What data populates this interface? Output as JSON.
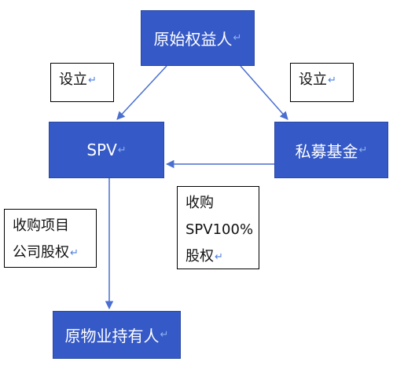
{
  "nodes": {
    "original_owner": "原始权益人",
    "spv": "SPV",
    "private_fund": "私募基金",
    "property_holder": "原物业持有人"
  },
  "labels": {
    "establish_left": "设立",
    "establish_right": "设立",
    "acquire_project": [
      "收购项目",
      "公司股权"
    ],
    "acquire_spv": [
      "收购",
      "SPV100%",
      "股权"
    ]
  },
  "paragraph_mark": "↵",
  "colors": {
    "node_fill": "#3559c6",
    "arrow": "#4a6fd0"
  }
}
